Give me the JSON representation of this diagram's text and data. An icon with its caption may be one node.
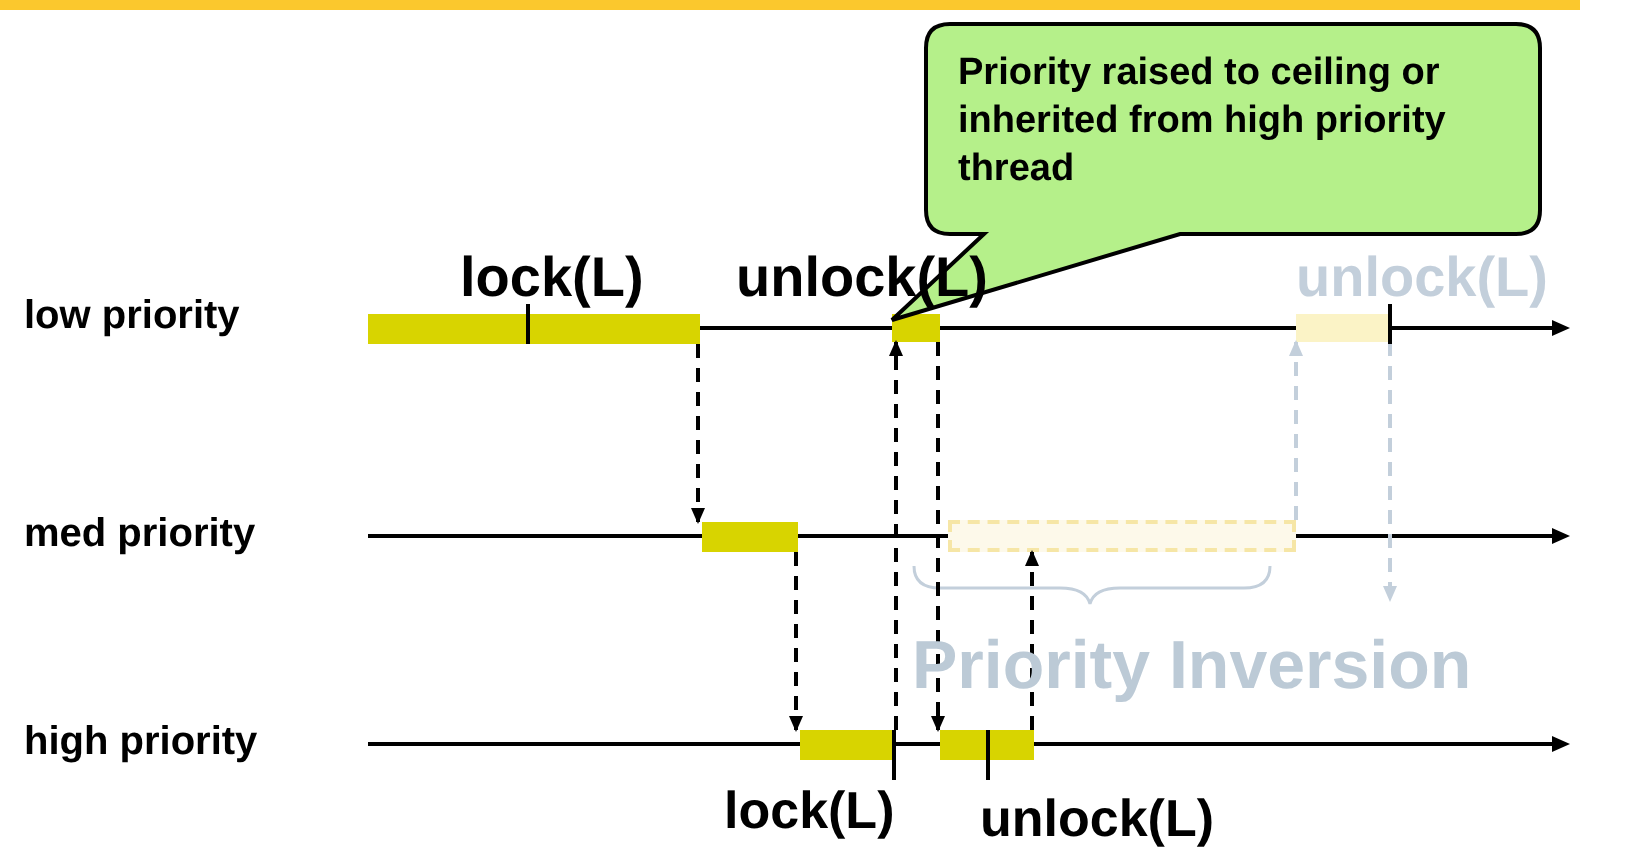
{
  "diagram": {
    "nodes": [
      {
        "text": [],
        "shape": "bar",
        "beside": [
          "lock(L)"
        ]
      },
      {
        "text": [],
        "shape": "bar"
      },
      {
        "text": [],
        "shape": "bar",
        "beside": [
          "lock(L)"
        ]
      },
      {
        "text": [],
        "shape": "bar",
        "beside": [
          "unlock(L)"
        ]
      },
      {
        "text": [],
        "shape": "bar",
        "beside": [
          "unlock(L)"
        ]
      },
      {
        "text": [],
        "shape": "bar",
        "beside": [
          "unlock(L)"
        ]
      },
      {
        "text": [],
        "shape": "bar"
      },
      {
        "text": [
          "Priority raised to ceiling or inherited from high priority thread"
        ]
      }
    ],
    "edges": [
      {
        "from": 0,
        "to": 1,
        "arrow": "to",
        "style": "dashed"
      },
      {
        "from": 1,
        "to": 2,
        "arrow": "to",
        "style": "dashed"
      },
      {
        "from": 2,
        "to": 3,
        "arrow": "to",
        "style": "dashed"
      },
      {
        "from": 3,
        "to": 4,
        "arrow": "to",
        "style": "dashed"
      },
      {
        "from": 4,
        "to": 6,
        "arrow": "to",
        "style": "dashed"
      },
      {
        "from": 6,
        "to": 5,
        "arrow": "to",
        "style": "dashed",
        "color": "#c3cfdb"
      },
      {
        "from": 5,
        "to": null,
        "arrow": "to",
        "style": "dashed",
        "color": "#c3cfdb"
      }
    ],
    "labels": [
      "low priority",
      "med priority",
      "Priority Inversion",
      "high priority"
    ]
  }
}
